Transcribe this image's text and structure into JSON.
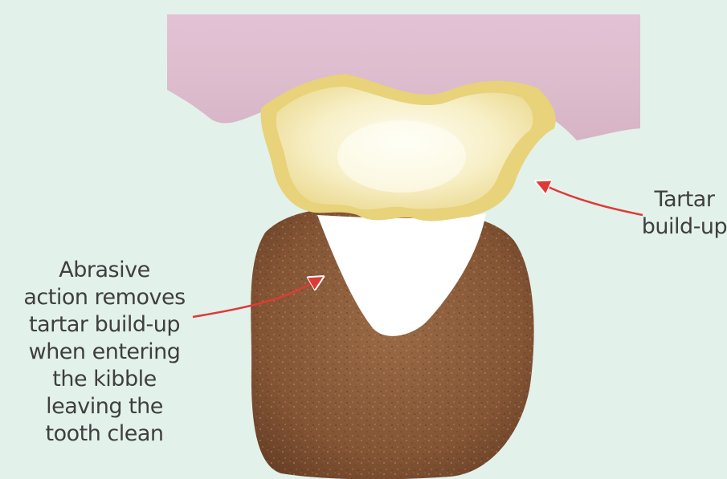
{
  "labels": {
    "tartar": {
      "lines": [
        "Tartar",
        "build-up"
      ]
    },
    "abrasive": {
      "lines": [
        "Abrasive",
        "action removes",
        "tartar build-up",
        "when entering",
        "the kibble",
        "leaving the",
        "tooth clean"
      ]
    }
  },
  "colors": {
    "background": "#e3f1eb",
    "gum": "#dfbfcf",
    "tartar": "#e8d27a",
    "tooth": "#fbf6df",
    "kibble": "#8a5a3a",
    "arrow": "#e03a36",
    "text": "#3f3f3f"
  }
}
